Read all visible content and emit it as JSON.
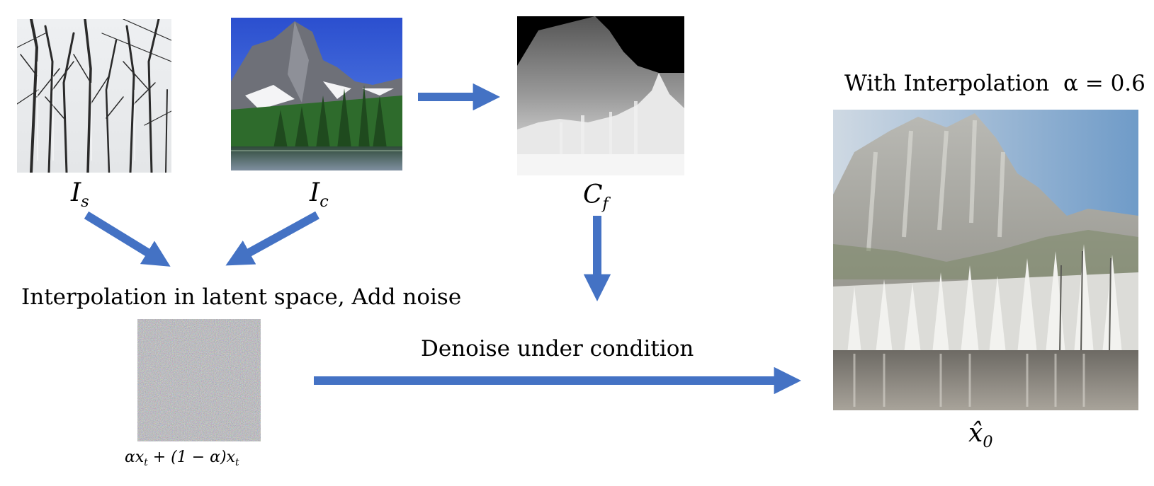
{
  "style_image": {
    "label": "I",
    "sub": "s"
  },
  "content_image": {
    "label": "I",
    "sub": "c"
  },
  "depth_map": {
    "label": "C",
    "sub": "f"
  },
  "interp_caption": "Interpolation in latent space, Add noise",
  "noise": {
    "formula": "αx",
    "sub1": "t",
    "middle": " + (1 − α)x",
    "sub2": "t"
  },
  "denoise_caption": "Denoise under condition",
  "result": {
    "title_text": "With Interpolation",
    "alpha": "α = 0.6",
    "label": "x̂",
    "sub": "0"
  },
  "colors": {
    "arrow": "#4472c4"
  }
}
